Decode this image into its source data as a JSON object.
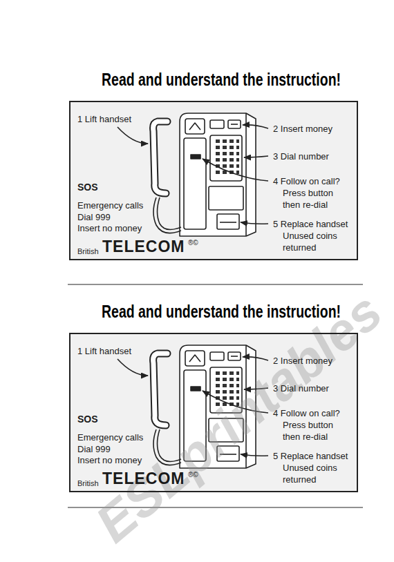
{
  "diagram": {
    "title": "Read and understand the instruction!",
    "nodes": [
      {
        "text": [
          "1 Lift handset",
          "2 Insert money",
          "3 Dial number",
          "4 Follow on call? Press button then re-dial",
          "5 Replace handset Unused coins returned",
          "SOS",
          "Emergency calls",
          "Dial 999",
          "Insert no money",
          "British",
          "TELECOM",
          "®©"
        ]
      },
      {
        "text": [
          "1 Lift handset",
          "2 Insert money",
          "3 Dial number",
          "4 Follow on call? Press button then re-dial",
          "5 Replace handset Unused coins returned",
          "SOS",
          "Emergency calls",
          "Dial 999",
          "Insert no money",
          "British",
          "TELECOM",
          "®©"
        ]
      }
    ],
    "labels": [
      "Read and understand the instruction!",
      "ESLprintables"
    ]
  }
}
